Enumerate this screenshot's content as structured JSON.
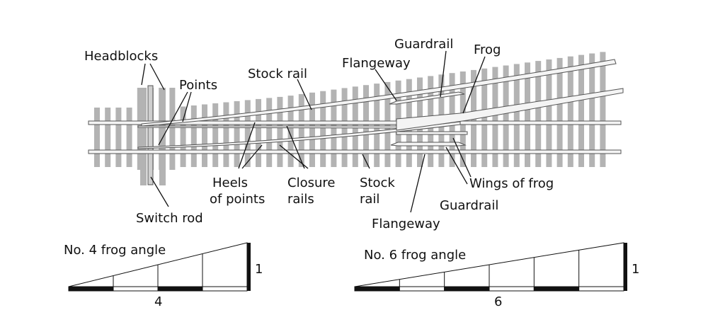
{
  "colors": {
    "tie": "#b3b3b3",
    "rail_fill": "#f4f4f4",
    "rail_outline": "#555555",
    "text": "#111111",
    "bar_dark": "#111111",
    "bar_light": "#ffffff"
  },
  "labels": {
    "headblocks": "Headblocks",
    "points": "Points",
    "stock_rail_top": "Stock rail",
    "flangeway_top": "Flangeway",
    "guardrail_top": "Guardrail",
    "frog": "Frog",
    "heels_line1": "Heels",
    "heels_line2": "of points",
    "closure_line1": "Closure",
    "closure_line2": "rails",
    "stock_rail_bottom_line1": "Stock",
    "stock_rail_bottom_line2": "rail",
    "wings_of_frog": "Wings of frog",
    "guardrail_bottom": "Guardrail",
    "flangeway_bottom": "Flangeway",
    "switch_rod": "Switch rod"
  },
  "frog_angles": [
    {
      "title": "No. 4 frog angle",
      "ratio_run": "4",
      "ratio_rise": "1",
      "segments": 4
    },
    {
      "title": "No. 6 frog angle",
      "ratio_run": "6",
      "ratio_rise": "1",
      "segments": 6
    }
  ]
}
